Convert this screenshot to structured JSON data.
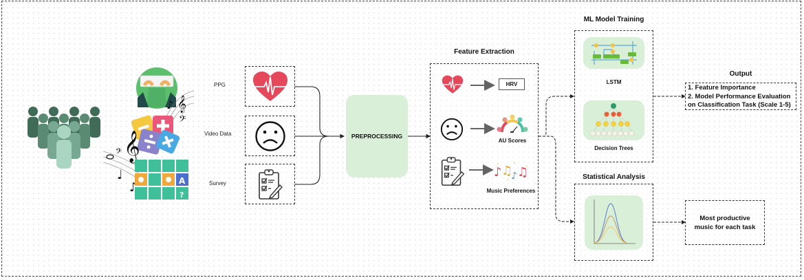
{
  "diagram": {
    "inputs": {
      "participants_icon": "people-group-icon",
      "task_icon": "typing-math-music-icon",
      "labels": [
        "PPG",
        "Video Data",
        "Survey"
      ],
      "icons": [
        "heart-rate-icon",
        "sad-face-icon",
        "clipboard-survey-icon"
      ]
    },
    "preprocessing": {
      "label": "PREPROCESSING"
    },
    "feature_extraction": {
      "title": "Feature Extraction",
      "rows": [
        {
          "icon": "heart-rate-icon",
          "output_label": "HRV",
          "output_icon": "none"
        },
        {
          "icon": "sad-face-icon",
          "output_label": "AU Scores",
          "output_icon": "facial-gauge-icon"
        },
        {
          "icon": "clipboard-survey-icon",
          "output_label": "Music Preferences",
          "output_icon": "music-notes-icon"
        }
      ]
    },
    "ml_training": {
      "title": "ML Model Training",
      "models": [
        {
          "label": "LSTM",
          "icon": "lstm-diagram-icon"
        },
        {
          "label": "Decision Trees",
          "icon": "decision-tree-icon"
        }
      ]
    },
    "output": {
      "title": "Output",
      "lines": [
        "1. Feature Importance",
        "2. Model Performance Evaluation",
        "on Classification Task (Scale 1-5)"
      ]
    },
    "statistical_analysis": {
      "title": "Statistical Analysis",
      "icon": "distribution-curves-icon",
      "result": "Most productive music for each task"
    },
    "colors": {
      "green_card": "#d9efd8",
      "heart_red": "#e5485a",
      "people_dark": "#3f6b57",
      "people_light": "#a9d5c2"
    }
  }
}
